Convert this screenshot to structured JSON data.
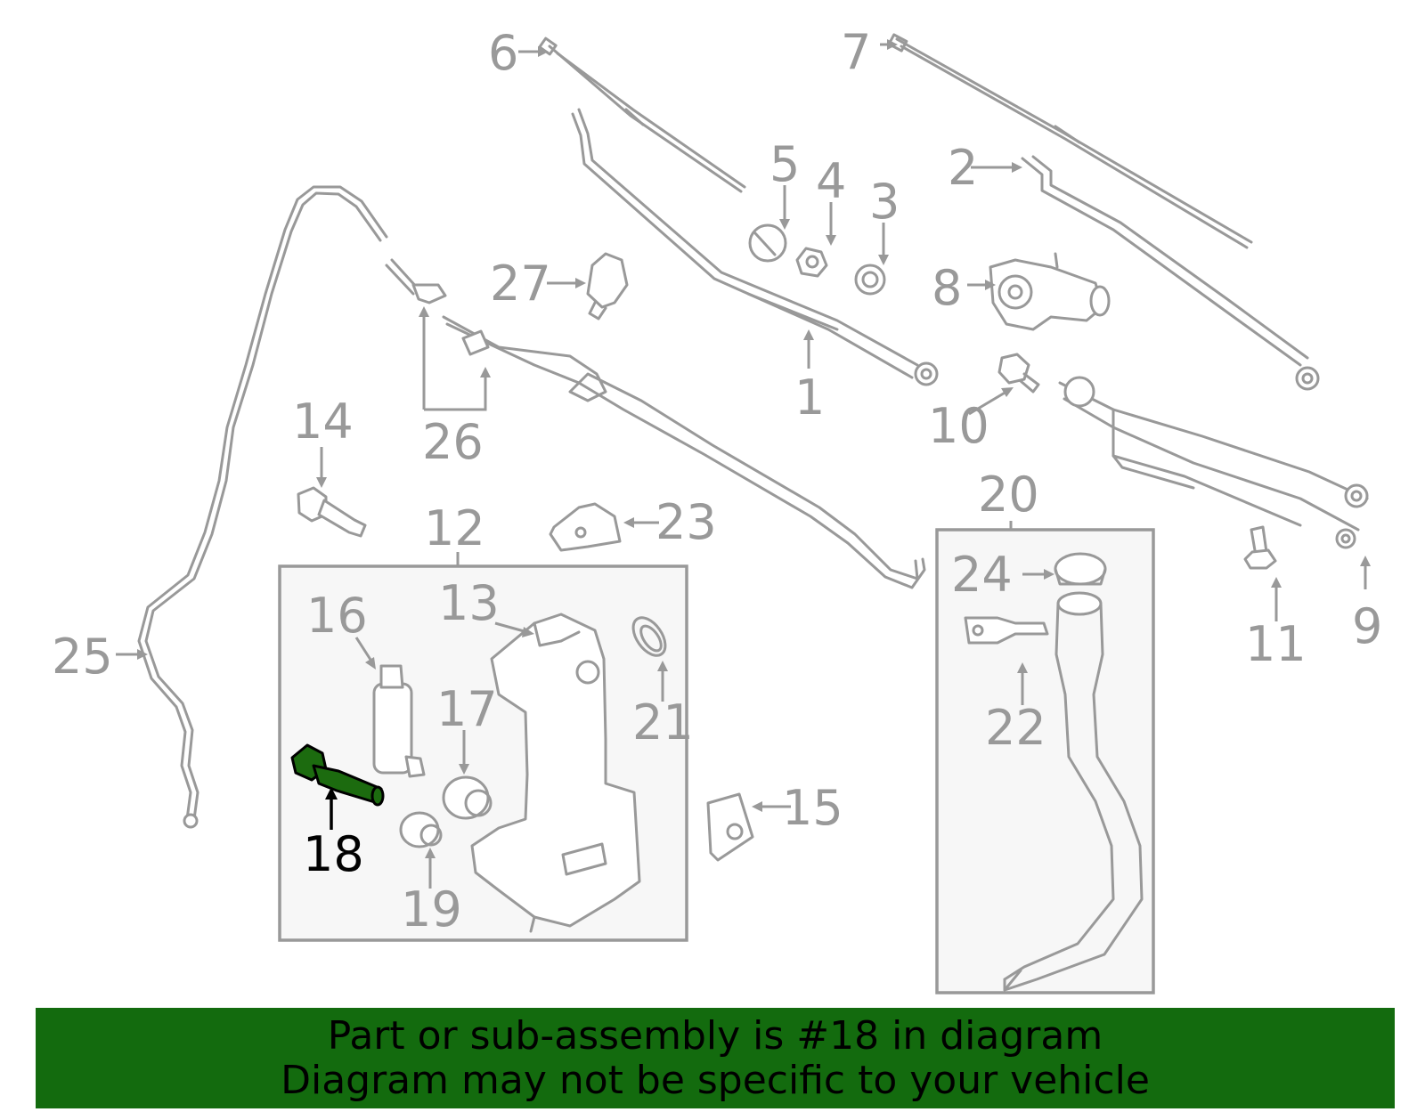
{
  "banner": {
    "line1": "Part or sub-assembly is #18 in diagram",
    "line2": "Diagram may not be specific to your vehicle"
  },
  "highlight": {
    "part_number": "18",
    "part_color": "#1c6b0f",
    "banner_color": "#136b0e"
  },
  "callouts": {
    "c1": "1",
    "c2": "2",
    "c3": "3",
    "c4": "4",
    "c5": "5",
    "c6": "6",
    "c7": "7",
    "c8": "8",
    "c9": "9",
    "c10": "10",
    "c11": "11",
    "c12": "12",
    "c13": "13",
    "c14": "14",
    "c15": "15",
    "c16": "16",
    "c17": "17",
    "c18": "18",
    "c19": "19",
    "c20": "20",
    "c21": "21",
    "c22": "22",
    "c23": "23",
    "c24": "24",
    "c25": "25",
    "c26": "26",
    "c27": "27"
  }
}
